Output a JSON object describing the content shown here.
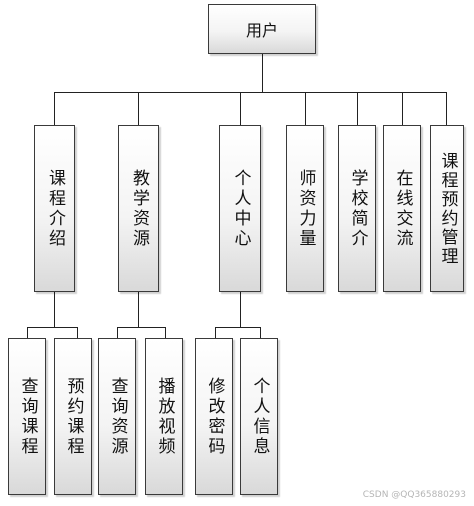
{
  "root": {
    "label": "用户"
  },
  "modules": [
    {
      "label": "课程介绍",
      "children": [
        "查询课程",
        "预约课程"
      ]
    },
    {
      "label": "教学资源",
      "children": [
        "查询资源",
        "播放视频"
      ]
    },
    {
      "label": "个人中心",
      "children": [
        "修改密码",
        "个人信息"
      ]
    },
    {
      "label": "师资力量",
      "children": []
    },
    {
      "label": "学校简介",
      "children": []
    },
    {
      "label": "在线交流",
      "children": []
    },
    {
      "label": "课程预约管理",
      "children": []
    }
  ],
  "watermark": "CSDN @QQ365880293"
}
